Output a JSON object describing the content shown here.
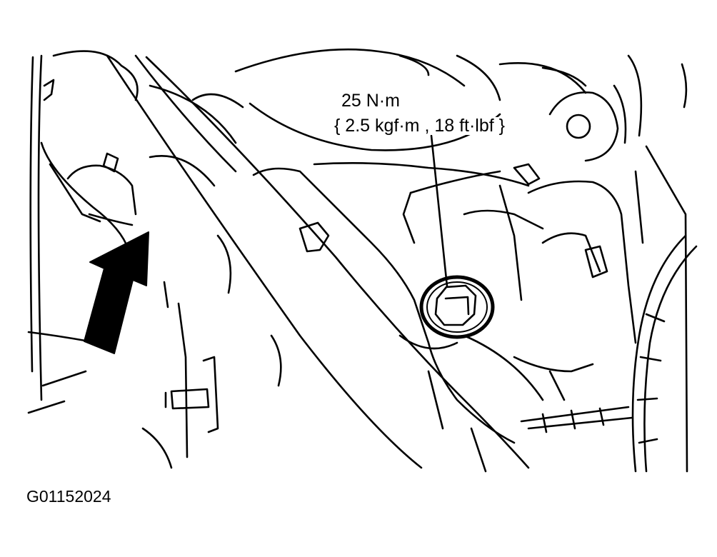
{
  "callout": {
    "torque_metric": "25 N·m",
    "torque_alt": "{ 2.5 kgf·m , 18 ft·lbf }"
  },
  "figure_id": "G01152024",
  "colors": {
    "line": "#000000",
    "background": "#ffffff"
  },
  "icons": {
    "direction_arrow": "arrow-up-right-icon",
    "bolt": "hex-bolt-icon"
  }
}
